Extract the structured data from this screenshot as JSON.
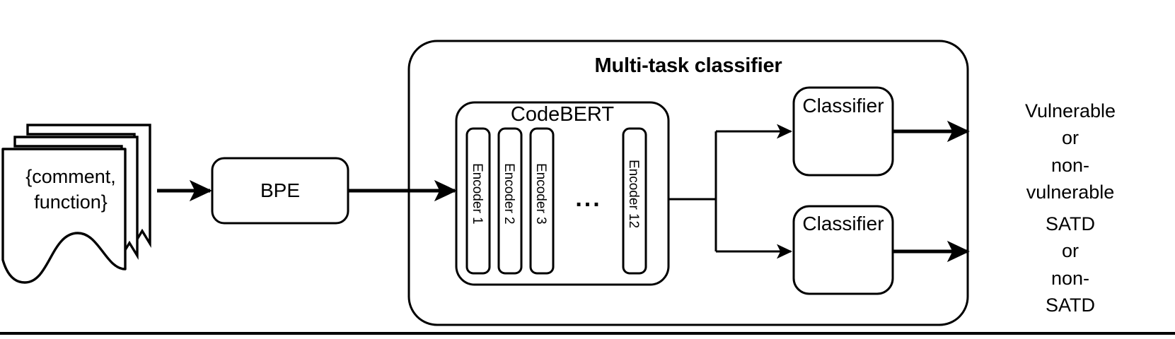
{
  "diagram": {
    "title": "Multi-task classifier",
    "input": {
      "document_stack_label": "{comment,\nfunction}",
      "document_stack_icon": "document-stack-icon",
      "copies": 3
    },
    "tokenizer": {
      "label": "BPE"
    },
    "encoder_stack": {
      "label": "CodeBERT",
      "ellipsis": "...",
      "encoders": [
        {
          "label": "Encoder 1"
        },
        {
          "label": "Encoder 2"
        },
        {
          "label": "Encoder 3"
        },
        {
          "label": "Encoder 12"
        }
      ]
    },
    "heads": [
      {
        "classifier_label": "Classifier",
        "output_label": "Vulnerable\nor\nnon-\nvulnerable"
      },
      {
        "classifier_label": "Classifier",
        "output_label": "SATD\nor\nnon-\nSATD"
      }
    ],
    "colors": {
      "stroke": "#000000",
      "background": "#ffffff",
      "text": "#000000"
    }
  }
}
